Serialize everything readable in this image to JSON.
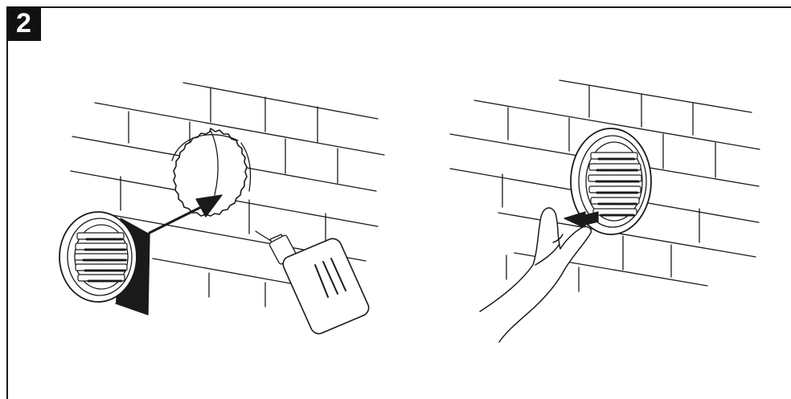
{
  "step": {
    "number": "2"
  },
  "panels": [
    {
      "name": "left-panel",
      "description_icon": "apply-glue-to-grille-icon"
    },
    {
      "name": "right-panel",
      "description_icon": "press-grille-into-wall-icon"
    }
  ],
  "colors": {
    "ink": "#1a1a1a",
    "badge_bg": "#111111",
    "badge_text": "#ffffff",
    "paper": "#ffffff"
  }
}
